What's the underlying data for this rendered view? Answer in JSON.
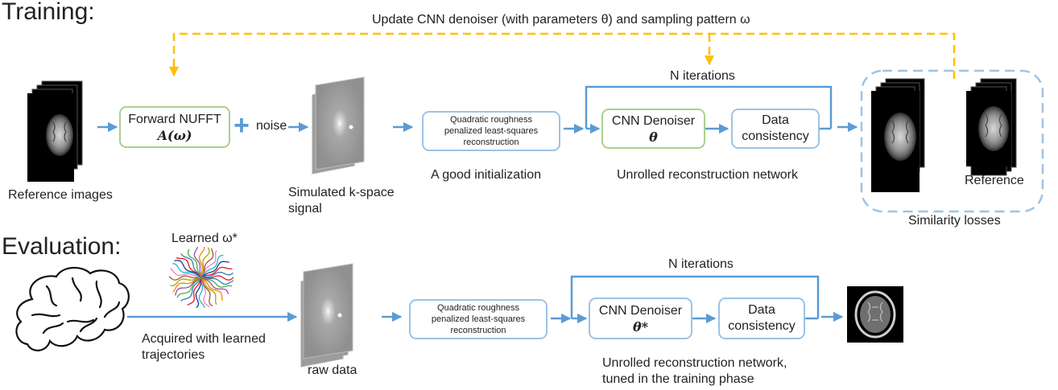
{
  "training": {
    "title": "Training:",
    "update_label": "Update CNN denoiser (with parameters θ) and sampling pattern ω",
    "reference_images_label": "Reference images",
    "forward_nufft_title": "Forward NUFFT",
    "forward_nufft_math": "A(ω)",
    "plus_symbol": "+",
    "noise_label": "noise",
    "simulated_label_line1": "Simulated k-space",
    "simulated_label_line2": "signal",
    "init_box_line1": "Quadratic roughness",
    "init_box_line2": "penalized least-squares",
    "init_box_line3": "reconstruction",
    "init_caption": "A good initialization",
    "n_iterations": "N iterations",
    "cnn_denoiser_title": "CNN Denoiser",
    "cnn_denoiser_math": "θ",
    "data_consistency_line1": "Data",
    "data_consistency_line2": "consistency",
    "unrolled_caption": "Unrolled reconstruction network",
    "reference_label": "Reference",
    "similarity_label": "Similarity losses"
  },
  "evaluation": {
    "title": "Evaluation:",
    "learned_label": "Learned ω*",
    "acquired_line1": "Acquired with learned",
    "acquired_line2": "trajectories",
    "raw_data_label": "raw data",
    "init_box_line1": "Quadratic roughness",
    "init_box_line2": "penalized least-squares",
    "init_box_line3": "reconstruction",
    "n_iterations": "N iterations",
    "cnn_denoiser_title": "CNN Denoiser",
    "cnn_denoiser_math": "θ*",
    "data_consistency_line1": "Data",
    "data_consistency_line2": "consistency",
    "unrolled_line1": "Unrolled reconstruction network,",
    "unrolled_line2": "tuned in the training phase"
  },
  "colors": {
    "arrow_blue": "#5b9bd5",
    "update_yellow": "#ffc000",
    "box_green": "#a9d18e",
    "box_blue": "#9dc3e6",
    "similarity_dashed": "#9dc3e6"
  }
}
